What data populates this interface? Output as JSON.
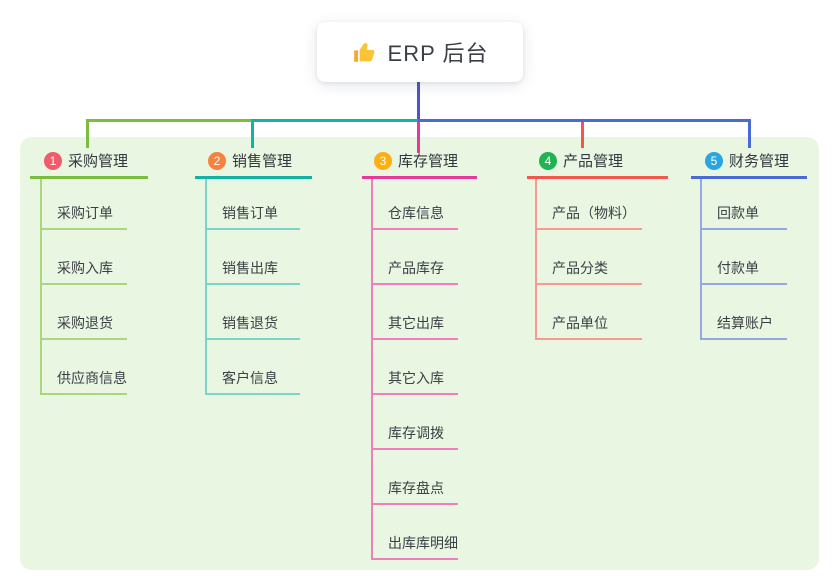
{
  "root": {
    "label": "ERP 后台",
    "icon": "thumbs-up-icon"
  },
  "colors": {
    "root_connector": "#4857ce",
    "panel_bg": "#e9f6e1",
    "root_card_bg": "#ffffff",
    "header_text": "#34373e",
    "child_text": "#3c4046"
  },
  "branches": [
    {
      "number": "1",
      "label": "采购管理",
      "badge_color": "#f15b6c",
      "line_color": "#7cbd3f",
      "light_color": "#abd57e",
      "children": [
        "采购订单",
        "采购入库",
        "采购退货",
        "供应商信息"
      ]
    },
    {
      "number": "2",
      "label": "销售管理",
      "badge_color": "#f8813f",
      "line_color": "#13b2a7",
      "light_color": "#7fd2ca",
      "children": [
        "销售订单",
        "销售出库",
        "销售退货",
        "客户信息"
      ]
    },
    {
      "number": "3",
      "label": "库存管理",
      "badge_color": "#fbaf12",
      "line_color": "#e5399b",
      "light_color": "#f07fc0",
      "children": [
        "仓库信息",
        "产品库存",
        "其它出库",
        "其它入库",
        "库存调拨",
        "库存盘点",
        "出库库明细"
      ]
    },
    {
      "number": "4",
      "label": "产品管理",
      "badge_color": "#21b351",
      "line_color": "#f4564e",
      "light_color": "#f79a92",
      "children": [
        "产品（物料）",
        "产品分类",
        "产品单位"
      ]
    },
    {
      "number": "5",
      "label": "财务管理",
      "badge_color": "#29a6e0",
      "line_color": "#4a6bd6",
      "light_color": "#93a9e3",
      "children": [
        "回款单",
        "付款单",
        "结算账户"
      ]
    }
  ]
}
